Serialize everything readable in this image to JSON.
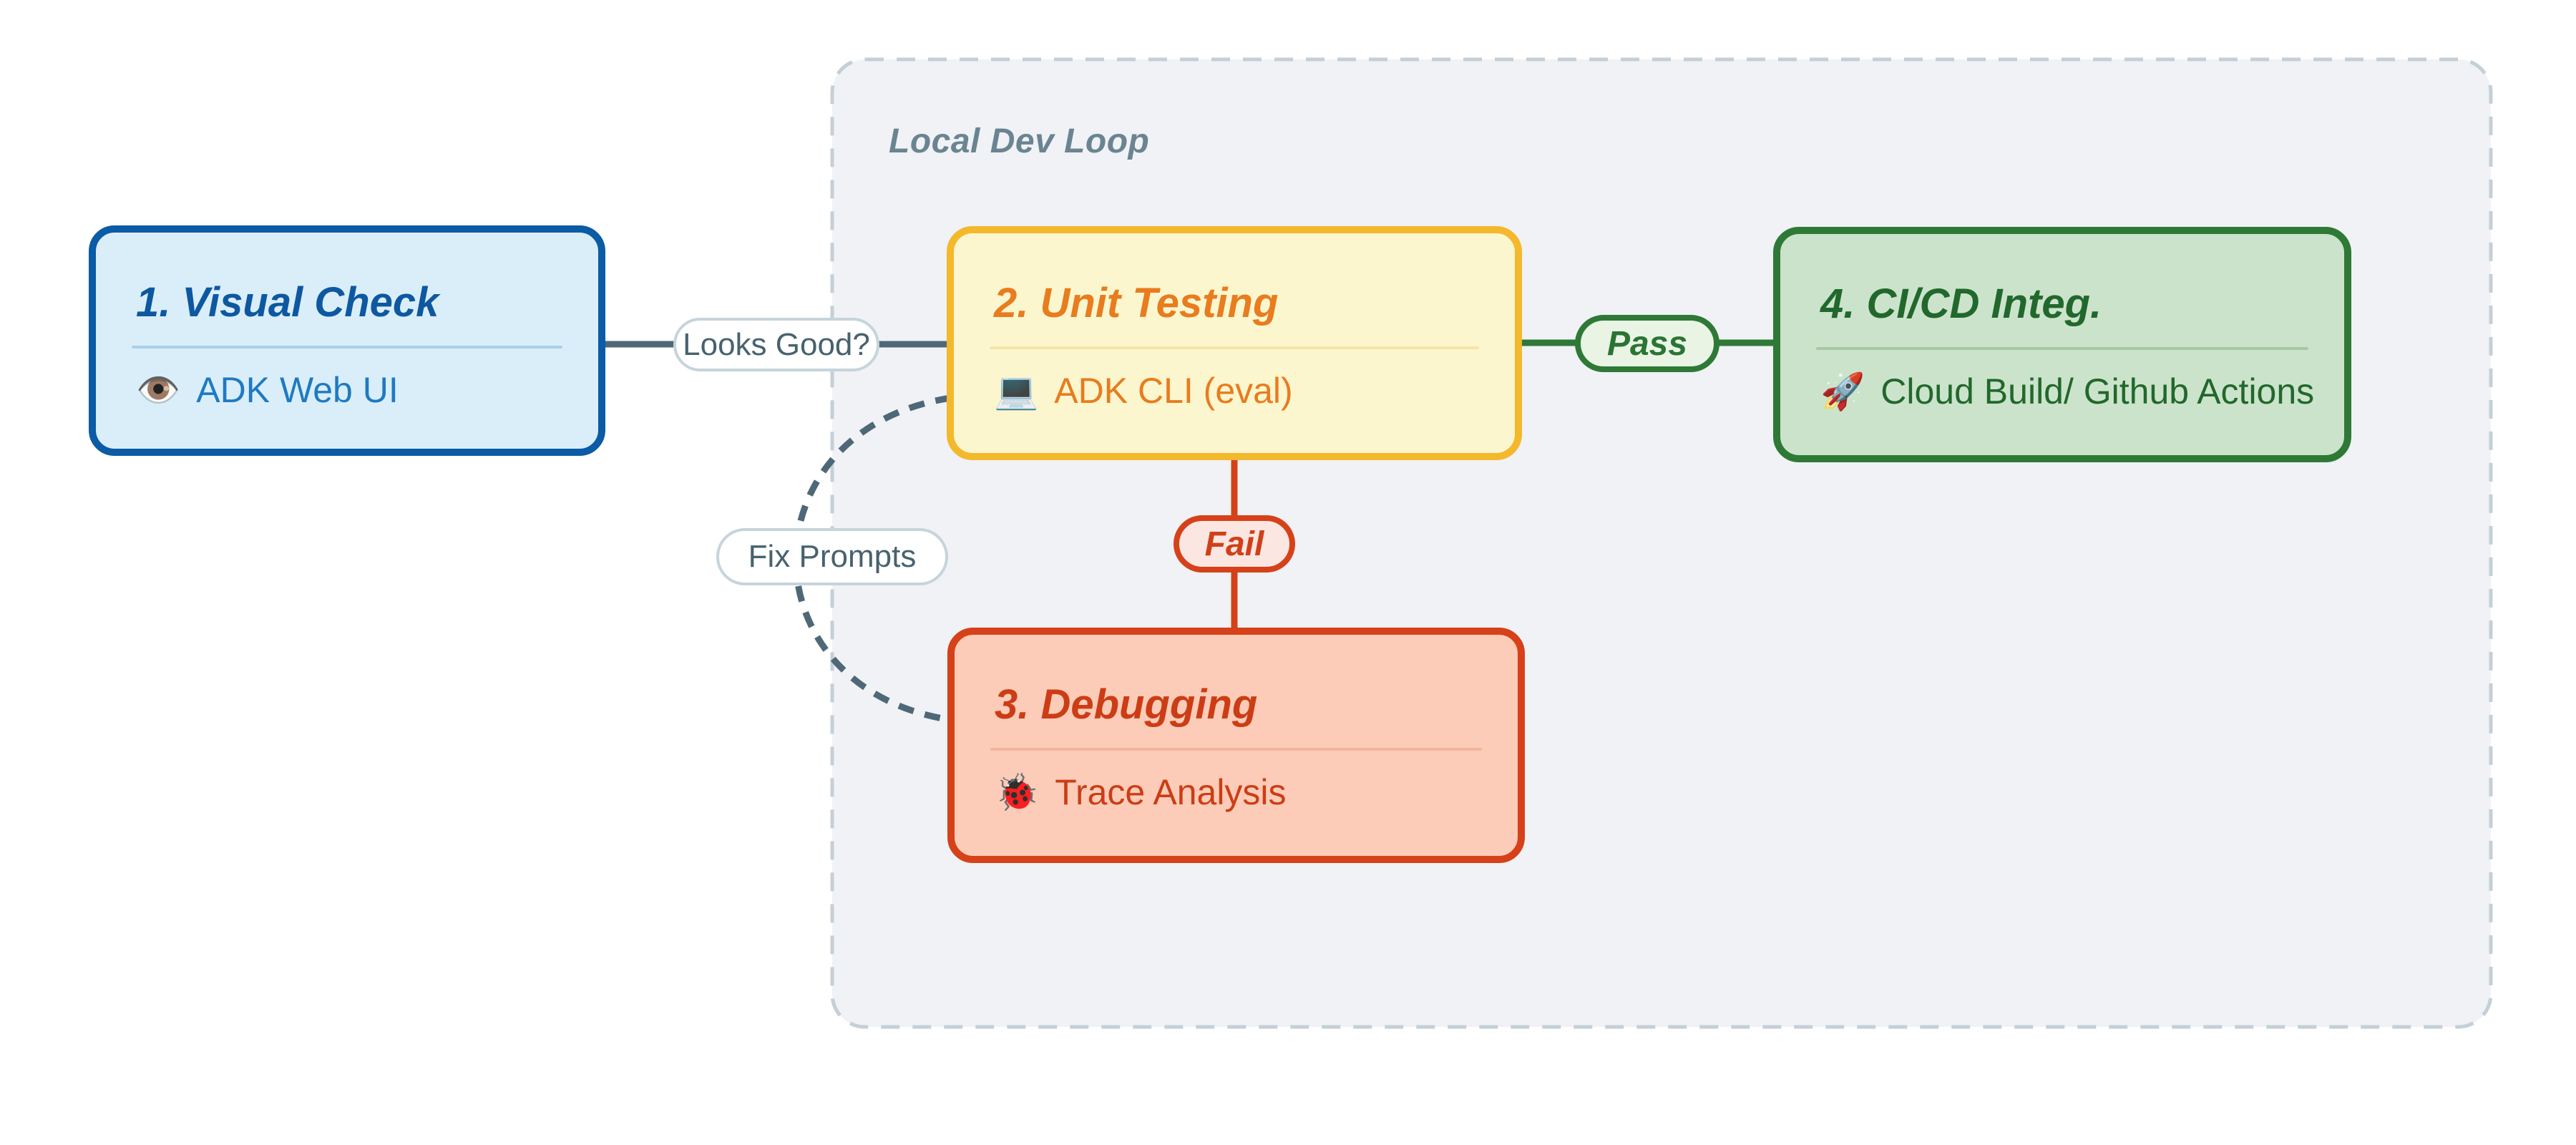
{
  "cluster": {
    "label": "Local Dev Loop",
    "fill": "#F0F2F5",
    "border_color": "#C5CFD7",
    "label_color": "#6B8491"
  },
  "nodes": [
    {
      "id": "visual-check",
      "title": "1. Visual Check",
      "icon": "👁️",
      "icon_name": "eye-icon",
      "body": "ADK Web UI",
      "fill": "#DAEEF9",
      "border_color": "#0B5BA5",
      "title_color": "#0D58A1",
      "body_color": "#1E7AC2"
    },
    {
      "id": "unit-testing",
      "title": "2. Unit Testing",
      "icon": "💻",
      "icon_name": "laptop-icon",
      "body": "ADK CLI (eval)",
      "fill": "#FCF6CE",
      "border_color": "#F4B82C",
      "title_color": "#E87C1E",
      "body_color": "#E87C1E"
    },
    {
      "id": "debugging",
      "title": "3. Debugging",
      "icon": "🐞",
      "icon_name": "ladybug-icon",
      "body": "Trace Analysis",
      "fill": "#FCCCB8",
      "border_color": "#D64119",
      "title_color": "#CC3D15",
      "body_color": "#CC3D15"
    },
    {
      "id": "cicd-integ",
      "title": "4. CI/CD Integ.",
      "icon": "🚀",
      "icon_name": "rocket-icon",
      "body": "Cloud Build/ Github Actions",
      "fill": "#CCE3CB",
      "border_color": "#2F7936",
      "title_color": "#21682C",
      "body_color": "#21682C"
    }
  ],
  "edges": [
    {
      "from": "visual-check",
      "to": "unit-testing",
      "label": "Looks Good?",
      "style": "solid",
      "color": "#4E6877"
    },
    {
      "from": "unit-testing",
      "to": "cicd-integ",
      "label": "Pass",
      "style": "solid",
      "color": "#2F7936"
    },
    {
      "from": "unit-testing",
      "to": "debugging",
      "label": "Fail",
      "style": "solid",
      "color": "#D64119"
    },
    {
      "from": "debugging",
      "to": "unit-testing",
      "label": "Fix Prompts",
      "style": "dashed",
      "color": "#4E6877"
    }
  ],
  "edge_labels": {
    "looks_good": "Looks Good?",
    "pass": "Pass",
    "fail": "Fail",
    "fix_prompts": "Fix Prompts"
  }
}
